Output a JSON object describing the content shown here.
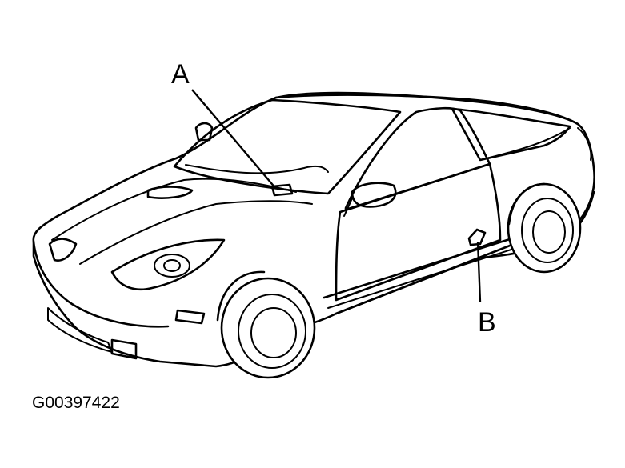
{
  "labels": {
    "callout_a": "A",
    "callout_b": "B",
    "figure_code": "G00397422"
  },
  "colors": {
    "ink": "#000000",
    "paper": "#ffffff"
  }
}
